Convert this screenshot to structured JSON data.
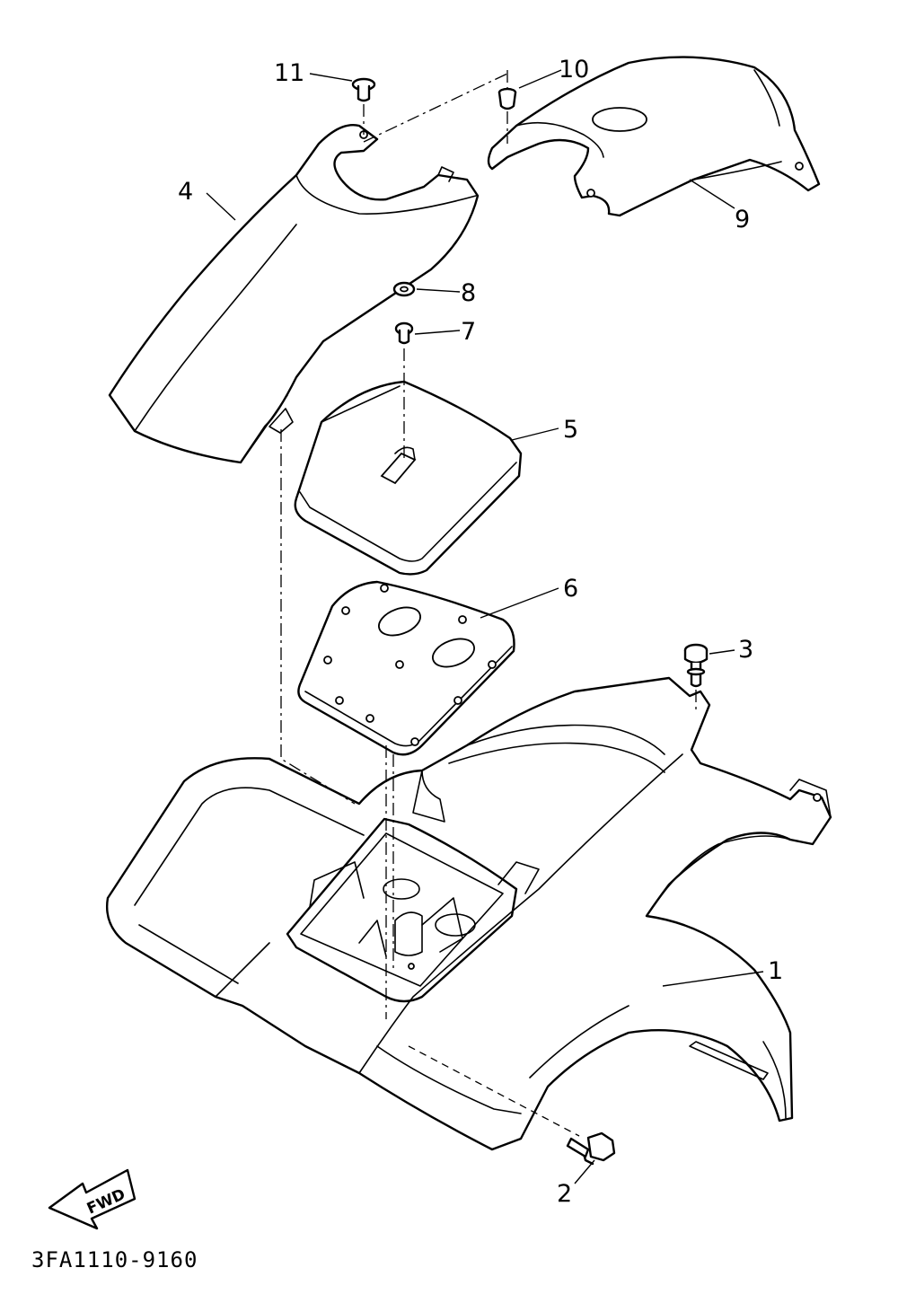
{
  "diagram": {
    "callouts": [
      {
        "id": "1",
        "label": "1"
      },
      {
        "id": "2",
        "label": "2"
      },
      {
        "id": "3",
        "label": "3"
      },
      {
        "id": "4",
        "label": "4"
      },
      {
        "id": "5",
        "label": "5"
      },
      {
        "id": "6",
        "label": "6"
      },
      {
        "id": "7",
        "label": "7"
      },
      {
        "id": "8",
        "label": "8"
      },
      {
        "id": "9",
        "label": "9"
      },
      {
        "id": "10",
        "label": "10"
      },
      {
        "id": "11",
        "label": "11"
      }
    ],
    "direction_label": "FWD",
    "drawing_code": "3FA1110-9160"
  }
}
